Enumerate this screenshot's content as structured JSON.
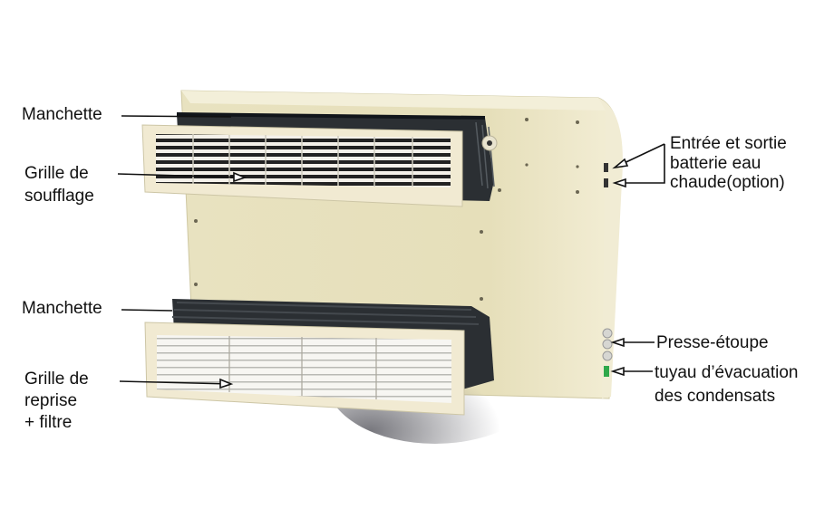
{
  "diagram": {
    "subject": "Ventilo-convecteur (fan coil unit) with labeled components",
    "colors": {
      "background": "#ffffff",
      "casing": "#ece6c4",
      "casing_shadow": "#d9d2ac",
      "grille_frame": "#f1ead2",
      "sleeve": "#2b2f33",
      "leader_line": "#111111",
      "condensate_fitting": "#2fa84a"
    },
    "labels": {
      "manchette_top": "Manchette",
      "grille_soufflage_line1": "Grille de",
      "grille_soufflage_line2": "soufflage",
      "manchette_bottom": "Manchette",
      "grille_reprise_line1": "Grille de",
      "grille_reprise_line2": "reprise",
      "grille_reprise_line3": "+ filtre",
      "entree_sortie_line1": "Entrée et sortie",
      "entree_sortie_line2": "batterie eau",
      "entree_sortie_line3": "chaude(option)",
      "presse_etoupe": "Presse-étoupe",
      "evacuation_line1": "tuyau d’évacuation",
      "evacuation_line2": "des condensats"
    }
  }
}
